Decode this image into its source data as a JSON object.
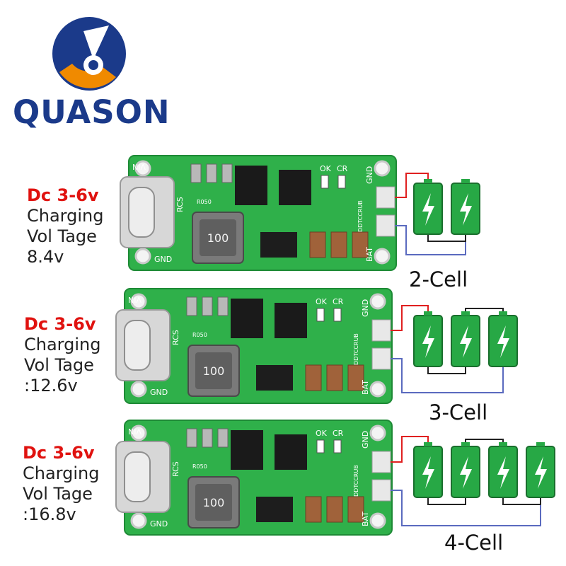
{
  "brand": {
    "name": "QUASON"
  },
  "colors": {
    "brand_blue": "#1b3a8a",
    "brand_orange": "#f08a00",
    "spec_red": "#e0120f",
    "pcb_green": "#2fb04a",
    "battery_green": "#27a845",
    "wire_red": "#e02020",
    "wire_blue": "#5a6abf"
  },
  "boards": [
    {
      "spec": {
        "input": "Dc 3-6v",
        "line1": "Charging",
        "line2": "Vol Tage",
        "voltage": "8.4v"
      },
      "cells": 2,
      "cell_label": "2-Cell",
      "silkscreen": {
        "vin": "VIN",
        "gnd_left": "GND",
        "ok": "OK",
        "cr": "CR",
        "gnd_right": "GND",
        "bat": "BAT",
        "rcs": "RCS",
        "model": "DDTCCRUB",
        "inductor": "100",
        "resistor": "R050"
      }
    },
    {
      "spec": {
        "input": "Dc 3-6v",
        "line1": "Charging",
        "line2": "Vol Tage",
        "voltage": ":12.6v"
      },
      "cells": 3,
      "cell_label": "3-Cell",
      "silkscreen": {
        "vin": "VIN",
        "gnd_left": "GND",
        "ok": "OK",
        "cr": "CR",
        "gnd_right": "GND",
        "bat": "BAT",
        "rcs": "RCS",
        "model": "DDTCCRUB",
        "inductor": "100",
        "resistor": "R050"
      }
    },
    {
      "spec": {
        "input": "Dc 3-6v",
        "line1": "Charging",
        "line2": "Vol Tage",
        "voltage": ":16.8v"
      },
      "cells": 4,
      "cell_label": "4-Cell",
      "silkscreen": {
        "vin": "VIN",
        "gnd_left": "GND",
        "ok": "OK",
        "cr": "CR",
        "gnd_right": "GND",
        "bat": "BAT",
        "rcs": "RCS",
        "model": "DDTCCRUB",
        "inductor": "100",
        "resistor": "R050"
      }
    }
  ]
}
